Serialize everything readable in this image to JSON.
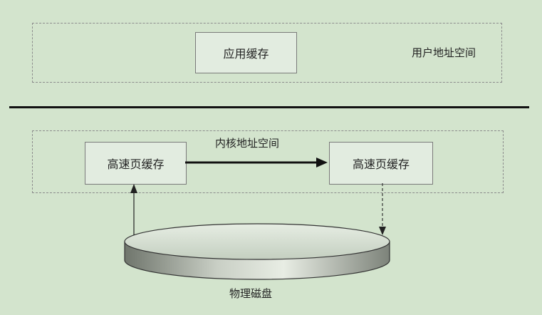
{
  "user_space": {
    "label": "用户地址空间",
    "app_cache": "应用缓存"
  },
  "kernel_space": {
    "label": "内核地址空间",
    "page_cache_left": "高速页缓存",
    "page_cache_right": "高速页缓存"
  },
  "disk": {
    "label": "物理磁盘"
  }
}
